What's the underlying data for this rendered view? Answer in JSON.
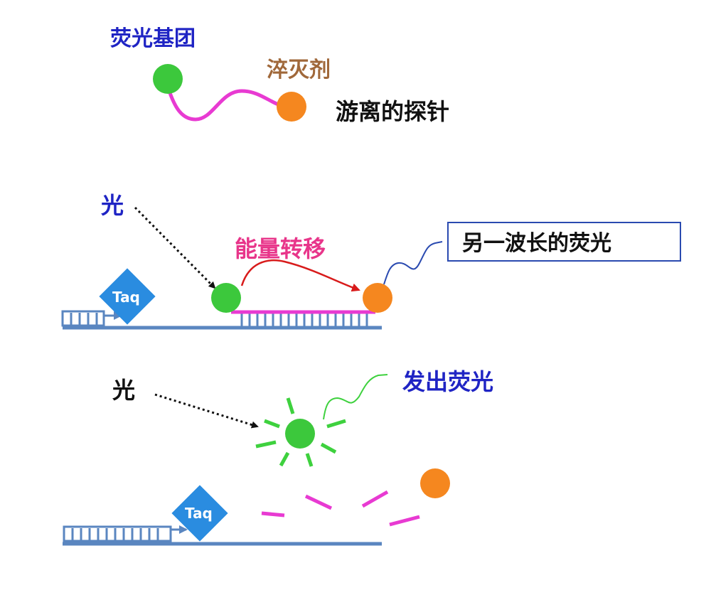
{
  "labels": {
    "fluorophore": "荧光基团",
    "quencher": "淬灭剂",
    "free_probe": "游离的探针",
    "light_1": "光",
    "energy_transfer": "能量转移",
    "other_wavelength": "另一波长的荧光",
    "light_2": "光",
    "emit_fluorescence": "发出荧光",
    "taq_1": "Taq",
    "taq_2": "Taq"
  },
  "colors": {
    "blue_text": "#1f24c4",
    "brown_text": "#a0683a",
    "black_text": "#111111",
    "pink_text": "#e8358a",
    "fluorophore": "#3cc83c",
    "quencher": "#f5871f",
    "probe_magenta": "#e83ad2",
    "dna_blue": "#5a86c0",
    "taq_fill": "#2a8ce0",
    "red_arrow": "#d81b1b",
    "green_ray": "#3ed13e"
  }
}
